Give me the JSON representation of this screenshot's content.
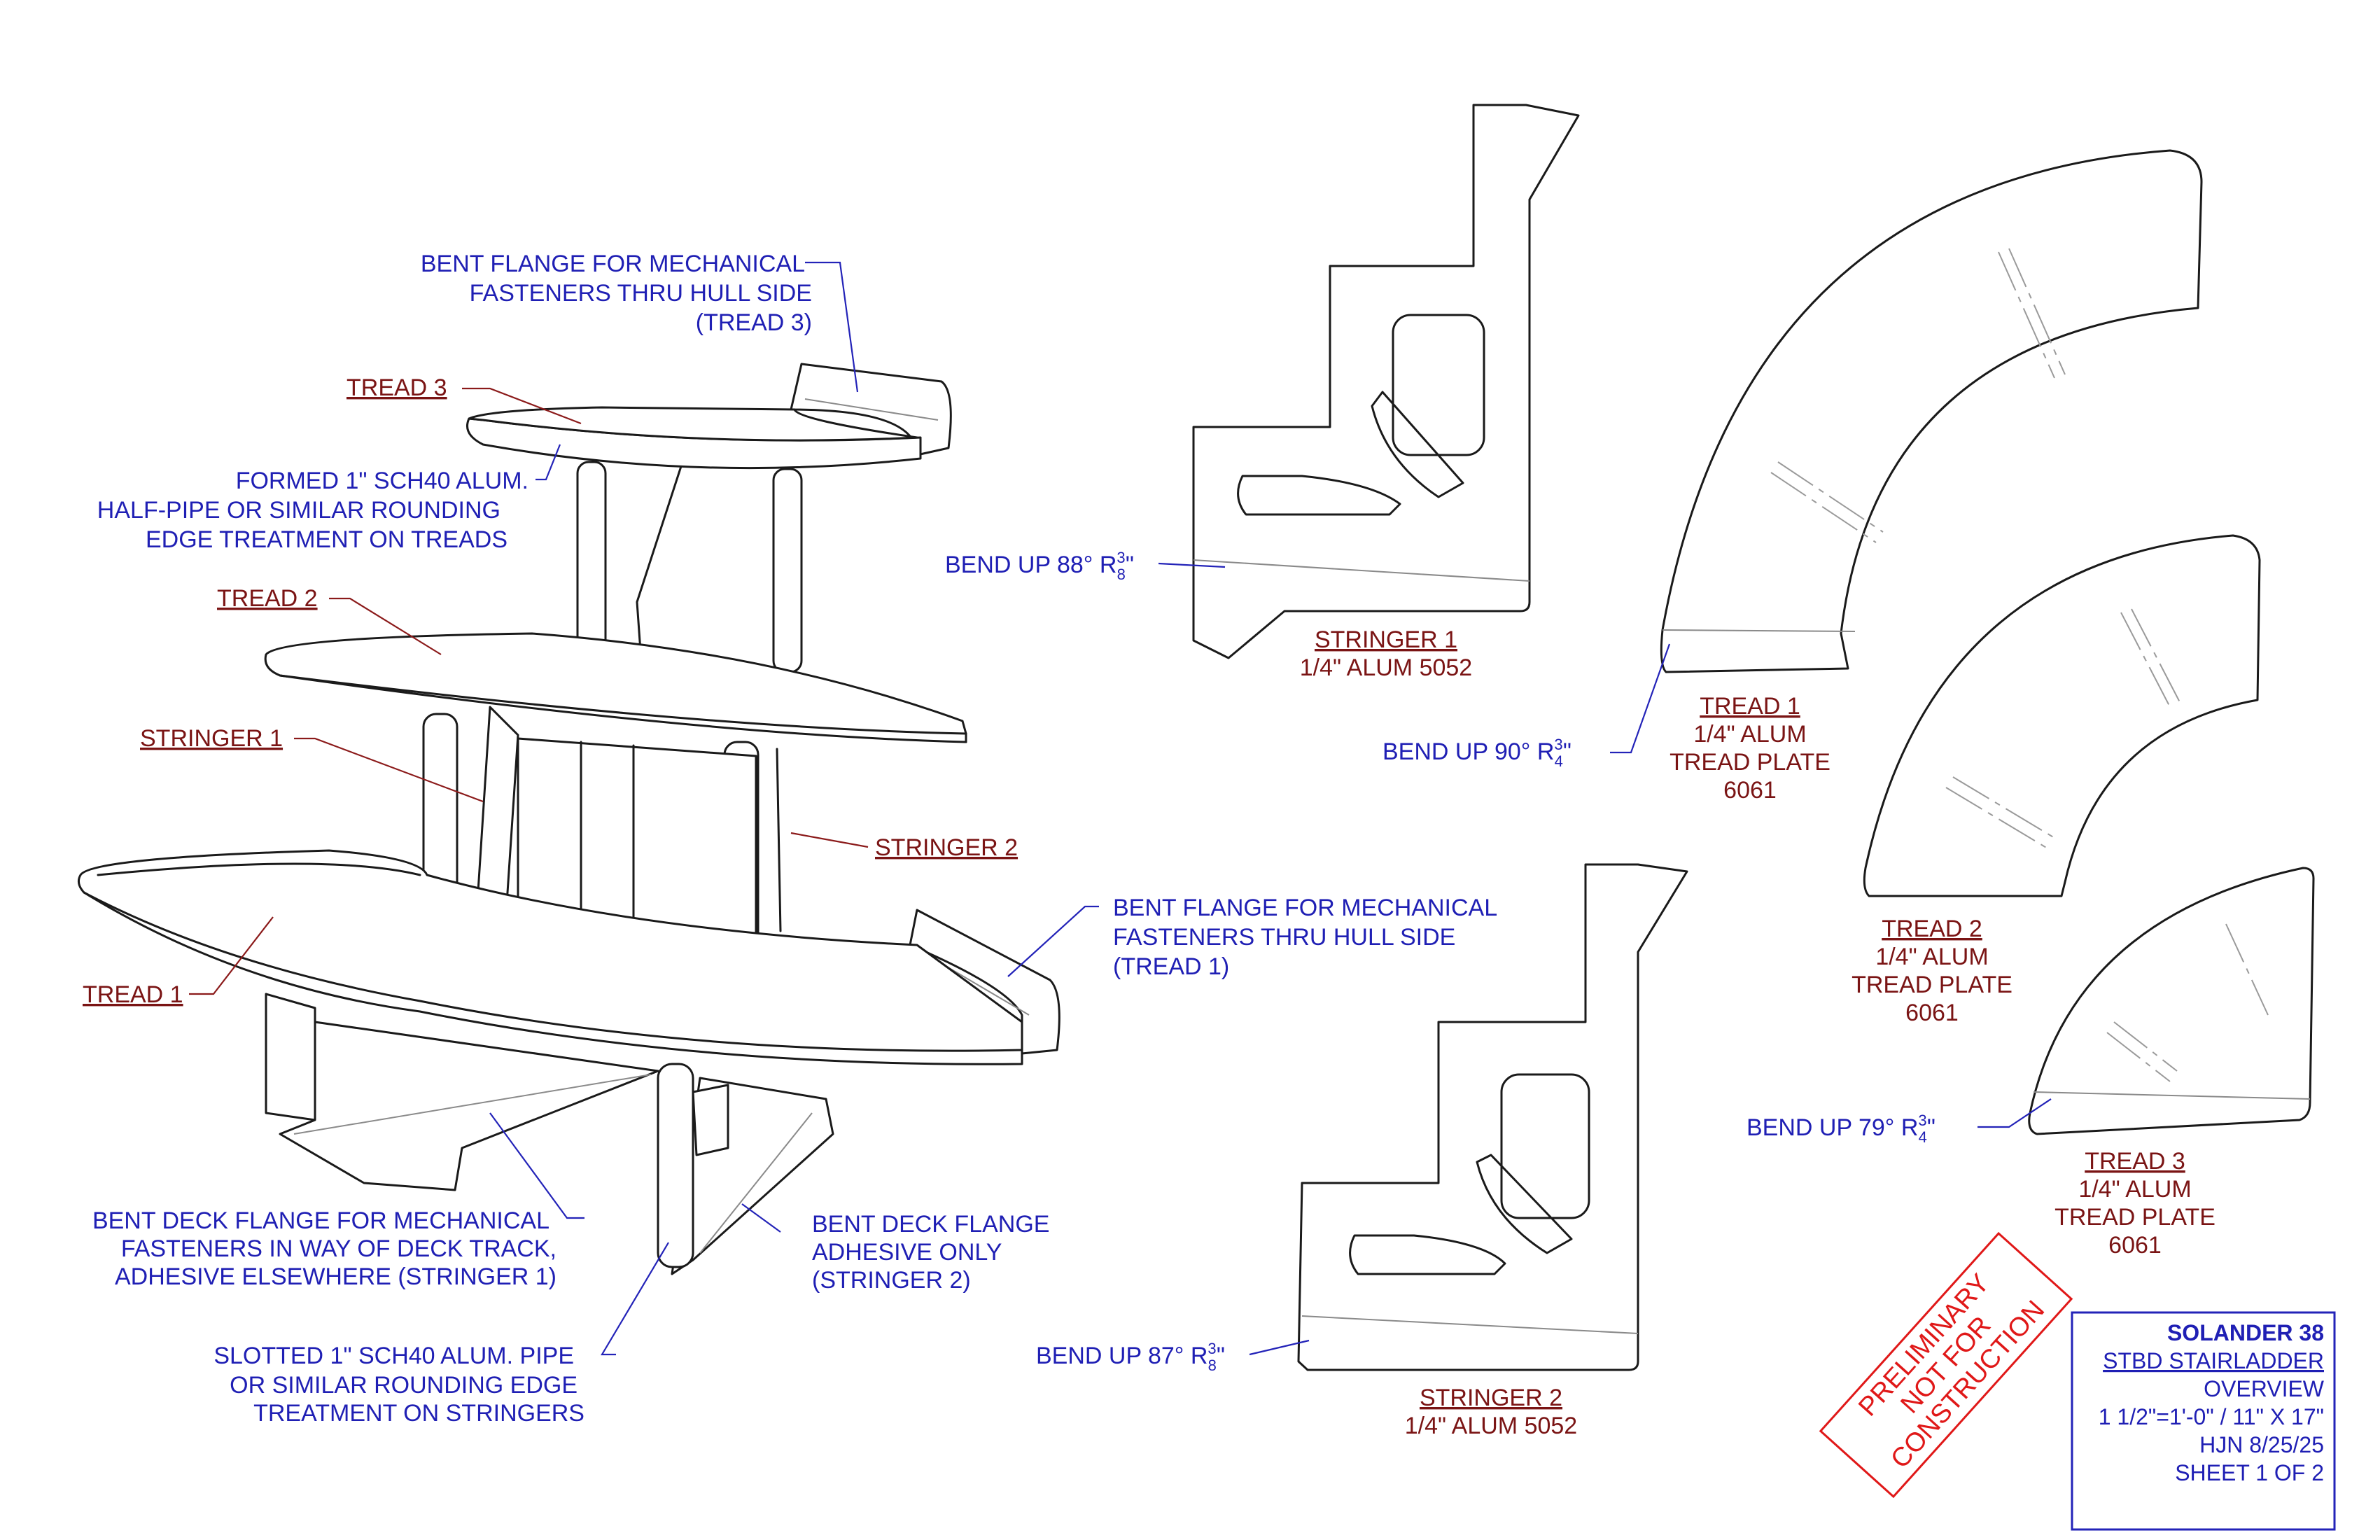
{
  "callouts": {
    "flange_t3": [
      "BENT FLANGE FOR MECHANICAL",
      "FASTENERS THRU HULL SIDE",
      "(TREAD 3)"
    ],
    "formed_pipe": [
      "FORMED 1\" SCH40 ALUM.",
      "HALF-PIPE OR SIMILAR ROUNDING",
      "EDGE TREATMENT ON TREADS"
    ],
    "flange_t1": [
      "BENT FLANGE FOR MECHANICAL",
      "FASTENERS THRU HULL SIDE",
      "(TREAD 1)"
    ],
    "deck_s1": [
      "BENT DECK FLANGE FOR MECHANICAL",
      "FASTENERS IN WAY OF DECK TRACK,",
      "ADHESIVE ELSEWHERE (STRINGER 1)"
    ],
    "deck_s2": [
      "BENT DECK FLANGE",
      "ADHESIVE ONLY",
      "(STRINGER 2)"
    ],
    "slotted": [
      "SLOTTED 1\" SCH40 ALUM. PIPE",
      "OR SIMILAR ROUNDING EDGE",
      "TREATMENT ON STRINGERS"
    ]
  },
  "iso_labels": {
    "tread3": "TREAD 3",
    "tread2": "TREAD 2",
    "stringer1": "STRINGER 1",
    "stringer2": "STRINGER 2",
    "tread1": "TREAD 1"
  },
  "bends": {
    "s1": {
      "text": "BEND UP 88° R",
      "num": "3",
      "den": "8",
      "suffix": "\""
    },
    "t1": {
      "text": "BEND UP 90° R",
      "num": "3",
      "den": "4",
      "suffix": "\""
    },
    "s2": {
      "text": "BEND UP 87° R",
      "num": "3",
      "den": "8",
      "suffix": "\""
    },
    "t3": {
      "text": "BEND UP 79° R",
      "num": "3",
      "den": "4",
      "suffix": "\""
    }
  },
  "parts": {
    "stringer1": {
      "title": "STRINGER 1",
      "lines": [
        "1/4\" ALUM 5052"
      ]
    },
    "tread1": {
      "title": "TREAD 1",
      "lines": [
        "1/4\" ALUM",
        "TREAD PLATE",
        "6061"
      ]
    },
    "tread2": {
      "title": "TREAD 2",
      "lines": [
        "1/4\" ALUM",
        "TREAD PLATE",
        "6061"
      ]
    },
    "tread3": {
      "title": "TREAD 3",
      "lines": [
        "1/4\" ALUM",
        "TREAD PLATE",
        "6061"
      ]
    },
    "stringer2": {
      "title": "STRINGER 2",
      "lines": [
        "1/4\" ALUM 5052"
      ]
    }
  },
  "stamp": [
    "PRELIMINARY",
    "NOT FOR",
    "CONSTRUCTION"
  ],
  "title_block": {
    "project": "SOLANDER 38",
    "title": "STBD STAIRLADDER",
    "view": "OVERVIEW",
    "scale": "1 1/2\"=1'-0\" / 11\" X 17\"",
    "author_date": "HJN 8/25/25",
    "sheet": "SHEET 1 OF 2"
  },
  "colors": {
    "annotation": "#1f1fb4",
    "part_label": "#7a1414",
    "stamp": "#e01818",
    "linework": "#1a1a1a"
  }
}
